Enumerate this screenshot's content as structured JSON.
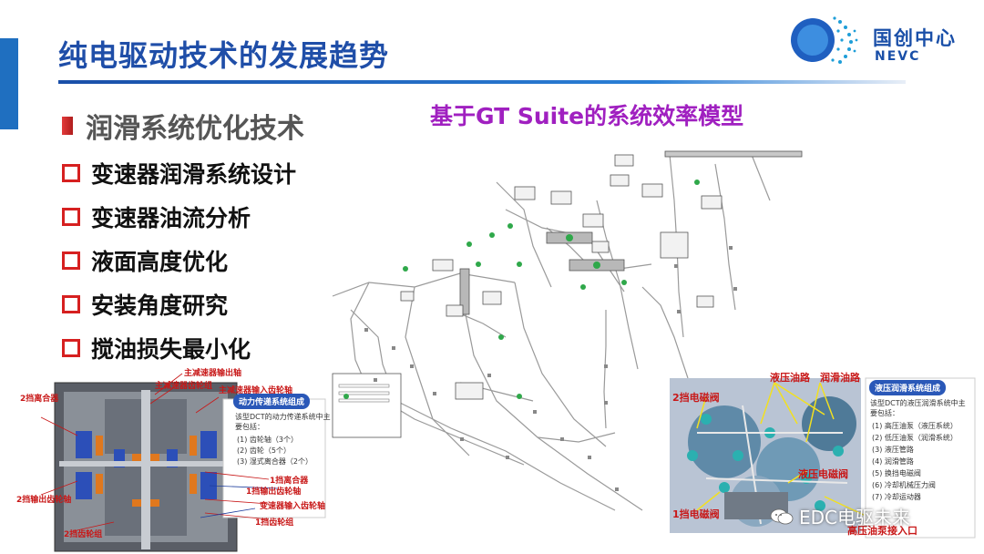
{
  "slide": {
    "title": "纯电驱动技术的发展趋势",
    "subtitle": "润滑系统优化技术",
    "bullets": [
      "变速器润滑系统设计",
      "变速器油流分析",
      "液面高度优化",
      "安装角度研究",
      "搅油损失最小化"
    ],
    "model_title": "基于GT Suite的系统效率模型"
  },
  "logo": {
    "cn": "国创中心",
    "en": "NEVC"
  },
  "left_figure": {
    "labels": {
      "main_out": "主减速器输出轴",
      "main_gear": "主减速器齿轮组",
      "main_in": "主减速器输入齿轮轴",
      "clutch2": "2挡离合器",
      "shaft2": "2挡输出齿轮轴",
      "gear2": "2挡齿轮组",
      "clutch1": "1挡离合器",
      "shaft1": "1挡输出齿轮轴",
      "gear_in": "变速器输入齿轮轴",
      "gear1": "1挡齿轮组"
    },
    "info_title": "动力传递系统组成",
    "info_lines": [
      "该型DCT的动力传递系统中主",
      "要包括：",
      "(1) 齿轮轴（3个）",
      "(2) 齿轮（5个）",
      "(3) 湿式离合器（2个）"
    ]
  },
  "right_figure": {
    "labels": {
      "hydraulic": "液压油路",
      "lube": "润滑油路",
      "clutch2": "2挡电磁阀",
      "pressure": "液压电磁阀",
      "clutch1": "1挡电磁阀",
      "pump": "高压油泵接入口"
    },
    "info_title": "液压润滑系统组成",
    "info_lines": [
      "该型DCT的液压润滑系统中主",
      "要包括：",
      "(1) 高压油泵（液压系统）",
      "(2) 低压油泵（润滑系统）",
      "(3) 液压管路",
      "(4) 润滑管路",
      "(5) 换挡电磁阀",
      "(6) 冷却机械压力阀",
      "(7) 冷却运动器"
    ]
  },
  "watermark": "EDC电驱未来",
  "colors": {
    "title": "#1f4ea8",
    "accent_bar": "#1f6fc0",
    "bullet_box": "#d62020",
    "model_title": "#a020c0"
  }
}
